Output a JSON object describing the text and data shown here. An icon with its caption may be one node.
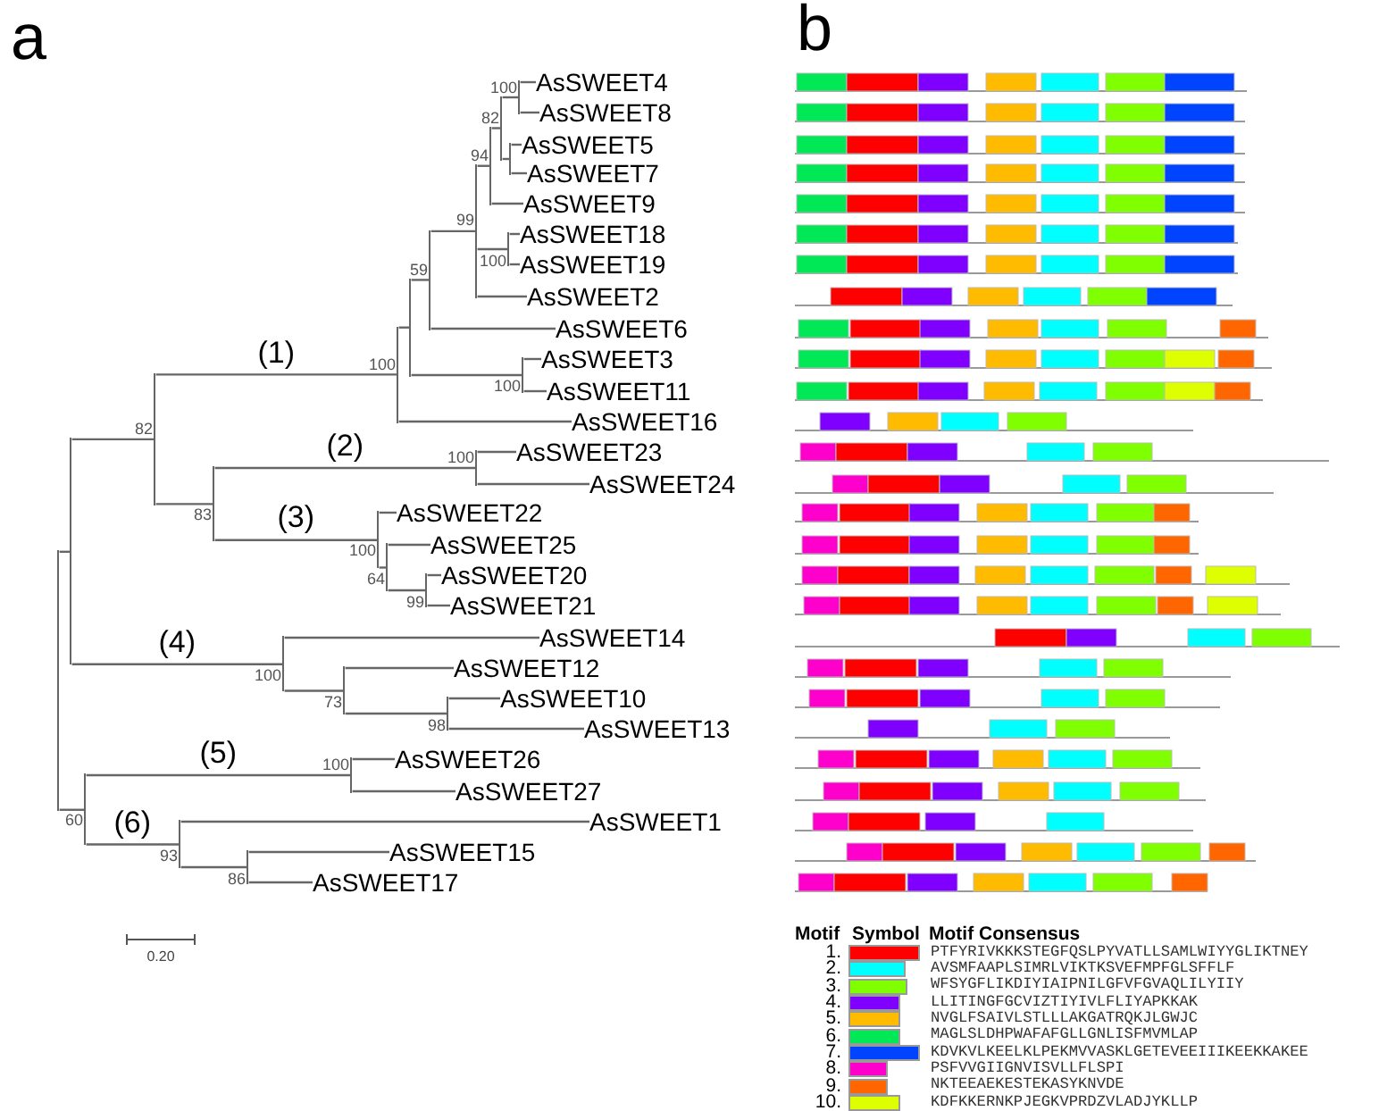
{
  "diagram": {
    "nodes": [
      {
        "text": [],
        "shape": "point"
      },
      {
        "text": [],
        "shape": "point"
      },
      {
        "text": [],
        "shape": "point",
        "beside": [
          "82"
        ]
      },
      {
        "text": [],
        "shape": "point",
        "beside": [
          "100"
        ]
      },
      {
        "text": [],
        "shape": "point"
      },
      {
        "text": [],
        "shape": "point",
        "beside": [
          "59"
        ]
      },
      {
        "text": [],
        "shape": "point",
        "beside": [
          "99"
        ]
      },
      {
        "text": [],
        "shape": "point",
        "beside": [
          "94"
        ]
      },
      {
        "text": [],
        "shape": "point",
        "beside": [
          "82"
        ]
      },
      {
        "text": [],
        "shape": "point",
        "beside": [
          "100"
        ]
      },
      {
        "text": [
          "AsSWEET4"
        ]
      },
      {
        "text": [
          "AsSWEET8"
        ]
      },
      {
        "text": [],
        "shape": "point"
      },
      {
        "text": [
          "AsSWEET5"
        ]
      },
      {
        "text": [
          "AsSWEET7"
        ]
      },
      {
        "text": [
          "AsSWEET9"
        ]
      },
      {
        "text": [],
        "shape": "point",
        "beside": [
          "100"
        ]
      },
      {
        "text": [
          "AsSWEET18"
        ]
      },
      {
        "text": [
          "AsSWEET19"
        ]
      },
      {
        "text": [
          "AsSWEET2"
        ]
      },
      {
        "text": [
          "AsSWEET6"
        ]
      },
      {
        "text": [],
        "shape": "point",
        "beside": [
          "100"
        ]
      },
      {
        "text": [
          "AsSWEET3"
        ]
      },
      {
        "text": [
          "AsSWEET11"
        ]
      },
      {
        "text": [
          "AsSWEET16"
        ]
      },
      {
        "text": [],
        "shape": "point",
        "beside": [
          "83"
        ]
      },
      {
        "text": [],
        "shape": "point",
        "beside": [
          "100"
        ]
      },
      {
        "text": [
          "AsSWEET23"
        ]
      },
      {
        "text": [
          "AsSWEET24"
        ]
      },
      {
        "text": [],
        "shape": "point",
        "beside": [
          "100"
        ]
      },
      {
        "text": [
          "AsSWEET22"
        ]
      },
      {
        "text": [],
        "shape": "point",
        "beside": [
          "64"
        ]
      },
      {
        "text": [
          "AsSWEET25"
        ]
      },
      {
        "text": [],
        "shape": "point",
        "beside": [
          "99"
        ]
      },
      {
        "text": [
          "AsSWEET20"
        ]
      },
      {
        "text": [
          "AsSWEET21"
        ]
      },
      {
        "text": [],
        "shape": "point",
        "beside": [
          "100"
        ]
      },
      {
        "text": [
          "AsSWEET14"
        ]
      },
      {
        "text": [],
        "shape": "point",
        "beside": [
          "73"
        ]
      },
      {
        "text": [
          "AsSWEET12"
        ]
      },
      {
        "text": [],
        "shape": "point",
        "beside": [
          "98"
        ]
      },
      {
        "text": [
          "AsSWEET10"
        ]
      },
      {
        "text": [
          "AsSWEET13"
        ]
      },
      {
        "text": [],
        "shape": "point",
        "beside": [
          "60"
        ]
      },
      {
        "text": [],
        "shape": "point",
        "beside": [
          "100"
        ]
      },
      {
        "text": [
          "AsSWEET26"
        ]
      },
      {
        "text": [
          "AsSWEET27"
        ]
      },
      {
        "text": [],
        "shape": "point",
        "beside": [
          "93"
        ]
      },
      {
        "text": [
          "AsSWEET1"
        ]
      },
      {
        "text": [],
        "shape": "point",
        "beside": [
          "86"
        ]
      },
      {
        "text": [
          "AsSWEET15"
        ]
      },
      {
        "text": [
          "AsSWEET17"
        ]
      }
    ],
    "edges": [
      {
        "from": 0,
        "to": 1,
        "arrow": "none"
      },
      {
        "from": 0,
        "to": 43,
        "arrow": "none"
      },
      {
        "from": 1,
        "to": 2,
        "arrow": "none"
      },
      {
        "from": 1,
        "to": 36,
        "arrow": "none",
        "label": "(4)"
      },
      {
        "from": 2,
        "to": 3,
        "arrow": "none",
        "label": "(1)"
      },
      {
        "from": 2,
        "to": 25,
        "arrow": "none"
      },
      {
        "from": 3,
        "to": 4,
        "arrow": "none"
      },
      {
        "from": 3,
        "to": 24,
        "arrow": "none"
      },
      {
        "from": 4,
        "to": 5,
        "arrow": "none"
      },
      {
        "from": 4,
        "to": 21,
        "arrow": "none"
      },
      {
        "from": 5,
        "to": 6,
        "arrow": "none"
      },
      {
        "from": 5,
        "to": 20,
        "arrow": "none"
      },
      {
        "from": 6,
        "to": 7,
        "arrow": "none"
      },
      {
        "from": 6,
        "to": 16,
        "arrow": "none"
      },
      {
        "from": 6,
        "to": 19,
        "arrow": "none"
      },
      {
        "from": 7,
        "to": 8,
        "arrow": "none"
      },
      {
        "from": 7,
        "to": 15,
        "arrow": "none"
      },
      {
        "from": 8,
        "to": 9,
        "arrow": "none"
      },
      {
        "from": 8,
        "to": 12,
        "arrow": "none"
      },
      {
        "from": 9,
        "to": 10,
        "arrow": "none"
      },
      {
        "from": 9,
        "to": 11,
        "arrow": "none"
      },
      {
        "from": 12,
        "to": 13,
        "arrow": "none"
      },
      {
        "from": 12,
        "to": 14,
        "arrow": "none"
      },
      {
        "from": 16,
        "to": 17,
        "arrow": "none"
      },
      {
        "from": 16,
        "to": 18,
        "arrow": "none"
      },
      {
        "from": 21,
        "to": 22,
        "arrow": "none"
      },
      {
        "from": 21,
        "to": 23,
        "arrow": "none"
      },
      {
        "from": 25,
        "to": 26,
        "arrow": "none",
        "label": "(2)"
      },
      {
        "from": 25,
        "to": 29,
        "arrow": "none",
        "label": "(3)"
      },
      {
        "from": 26,
        "to": 27,
        "arrow": "none"
      },
      {
        "from": 26,
        "to": 28,
        "arrow": "none"
      },
      {
        "from": 29,
        "to": 30,
        "arrow": "none"
      },
      {
        "from": 29,
        "to": 31,
        "arrow": "none"
      },
      {
        "from": 31,
        "to": 32,
        "arrow": "none"
      },
      {
        "from": 31,
        "to": 33,
        "arrow": "none"
      },
      {
        "from": 33,
        "to": 34,
        "arrow": "none"
      },
      {
        "from": 33,
        "to": 35,
        "arrow": "none"
      },
      {
        "from": 36,
        "to": 37,
        "arrow": "none"
      },
      {
        "from": 36,
        "to": 38,
        "arrow": "none"
      },
      {
        "from": 38,
        "to": 39,
        "arrow": "none"
      },
      {
        "from": 38,
        "to": 40,
        "arrow": "none"
      },
      {
        "from": 40,
        "to": 41,
        "arrow": "none"
      },
      {
        "from": 40,
        "to": 42,
        "arrow": "none"
      },
      {
        "from": 43,
        "to": 44,
        "arrow": "none",
        "label": "(5)"
      },
      {
        "from": 43,
        "to": 47,
        "arrow": "none",
        "label": "(6)"
      },
      {
        "from": 44,
        "to": 45,
        "arrow": "none"
      },
      {
        "from": 44,
        "to": 46,
        "arrow": "none"
      },
      {
        "from": 47,
        "to": 48,
        "arrow": "none"
      },
      {
        "from": 47,
        "to": 49,
        "arrow": "none"
      },
      {
        "from": 49,
        "to": 50,
        "arrow": "none"
      },
      {
        "from": 49,
        "to": 51,
        "arrow": "none"
      }
    ],
    "labels": [
      "a",
      "b",
      "0.20",
      "Motif",
      "Symbol",
      "Motif Consensus",
      "1.",
      "2.",
      "3.",
      "4.",
      "5.",
      "6.",
      "7.",
      "8.",
      "9.",
      "10."
    ],
    "legend": [
      {
        "text": "PTFYRIVKKKSTEGFQSLPYVATLLSAMLWIYYGLIKTNEY",
        "color": "#ff0000"
      },
      {
        "text": "AVSMFAAPLSIMRLVIKTKSVEFMPFGLSFFLF",
        "color": "#00ffff"
      },
      {
        "text": "WFSYGFLIKDIYIAIPNILGFVFGVAQLILYIIY",
        "color": "#80ff00"
      },
      {
        "text": "LLITINGFGCVIZTIYIVLFLIYAPKKAK",
        "color": "#8000ff"
      },
      {
        "text": "NVGLFSAIVLSTLLLAKGATRQKJLGWJC",
        "color": "#ffbb00"
      },
      {
        "text": "MAGLSLDHPWAFAFGLLGNLISFMVMLAP",
        "color": "#00e855"
      },
      {
        "text": "KDVKVLKEELKLPEKMVVASKLGETEVEEIIIKEEKKAKEE",
        "color": "#0044ff"
      },
      {
        "text": "PSFVVGIIGNVISVLLFLSPI",
        "color": "#ff00cc"
      },
      {
        "text": "NKTEEAEKESTEKASYKNVDE",
        "color": "#ff6600"
      },
      {
        "text": "KDFKKERNKPJEGKVPRDZVLADJYKLLP",
        "color": "#ddff00"
      }
    ]
  }
}
